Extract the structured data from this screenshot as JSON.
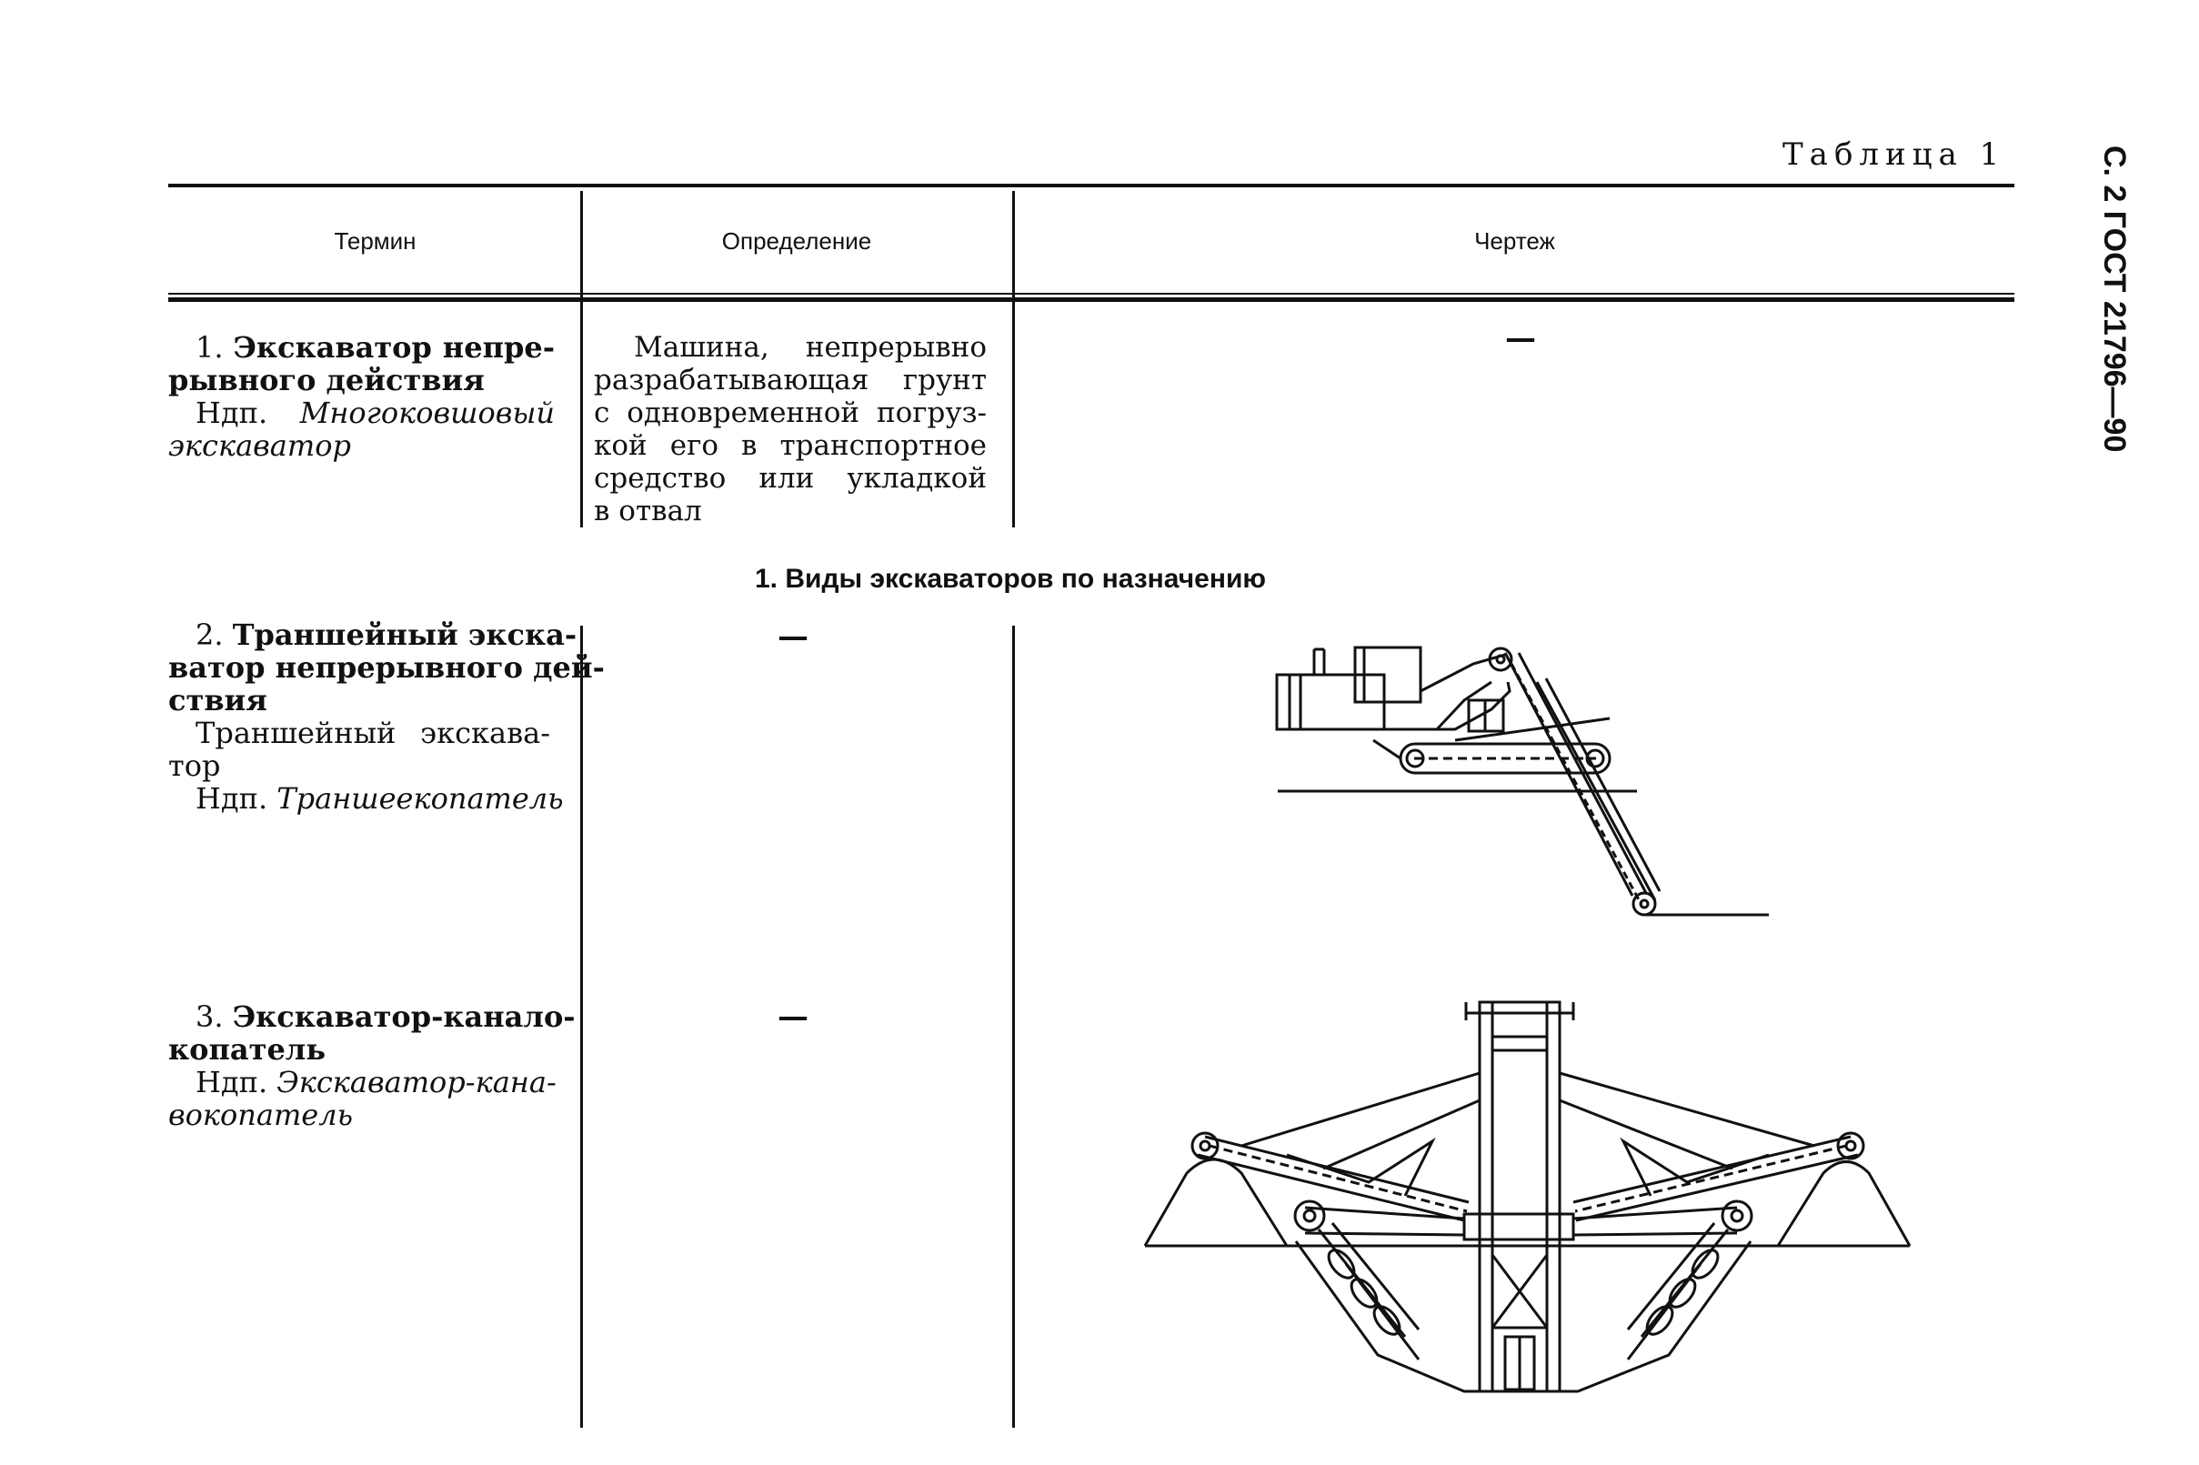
{
  "page": {
    "caption": "Таблица 1",
    "side_label": "С. 2 ГОСТ 21796—90"
  },
  "table": {
    "headers": [
      "Термин",
      "Определение",
      "Чертеж"
    ],
    "rows": [
      {
        "num": "1.",
        "term_lines": [
          "Экскаватор непре-",
          "рывного действия"
        ],
        "ndp_prefix": "Ндп.",
        "ndp_lines": [
          "Многоковшовый",
          "экскаватор"
        ],
        "definition_lines": [
          "Машина, непрерывно",
          "разрабатывающая грунт",
          "с одновременной погруз-",
          "кой его в транспортное",
          "средство или укладкой",
          "в отвал"
        ],
        "drawing": "—"
      },
      {
        "num": "2.",
        "term_lines": [
          "Траншейный экска-",
          "ватор непрерывного дей-",
          "ствия"
        ],
        "synonym_lines": [
          "Траншейный экскава-",
          "тор"
        ],
        "ndp_prefix": "Ндп.",
        "ndp_lines": [
          "Траншеекопатель"
        ],
        "definition": "—"
      },
      {
        "num": "3.",
        "term_lines": [
          "Экскаватор-канало-",
          "копатель"
        ],
        "ndp_prefix": "Ндп.",
        "ndp_lines": [
          "Экскаватор-кана-",
          "вокопатель"
        ],
        "definition": "—"
      }
    ],
    "section_title": "1. Виды экскаваторов по назначению"
  }
}
